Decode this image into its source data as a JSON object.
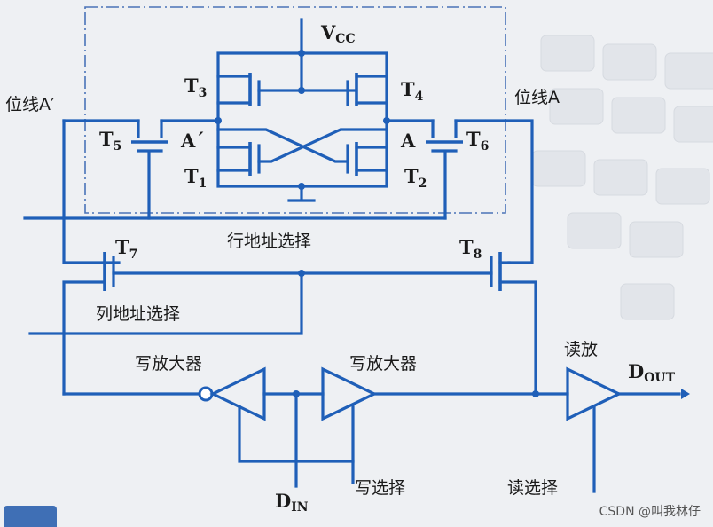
{
  "labels": {
    "vcc_main": "V",
    "vcc_sub": "CC",
    "t1_main": "T",
    "t1_sub": "1",
    "t2_main": "T",
    "t2_sub": "2",
    "t3_main": "T",
    "t3_sub": "3",
    "t4_main": "T",
    "t4_sub": "4",
    "t5_main": "T",
    "t5_sub": "5",
    "t6_main": "T",
    "t6_sub": "6",
    "t7_main": "T",
    "t7_sub": "7",
    "t8_main": "T",
    "t8_sub": "8",
    "node_a_prime": "A´",
    "node_a": "A",
    "bitline_left": "位线A′",
    "bitline_right": "位线A",
    "row_select": "行地址选择",
    "col_select": "列地址选择",
    "write_amp_left": "写放大器",
    "write_amp_right": "写放大器",
    "read_amp": "读放",
    "dout_main": "D",
    "dout_sub": "OUT",
    "din_main": "D",
    "din_sub": "IN",
    "write_select": "写选择",
    "read_select": "读选择"
  },
  "watermark": "CSDN @叫我林仔",
  "colors": {
    "wire": "#1f5fb8",
    "text": "#1a1a1a",
    "background": "#eef0f3"
  }
}
